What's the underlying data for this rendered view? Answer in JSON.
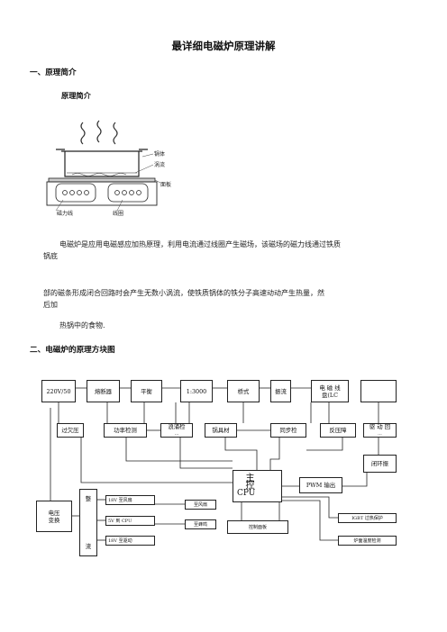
{
  "doc": {
    "title": "最详细电磁炉原理讲解",
    "section1": "一、原理简介",
    "subsection1": "原理简介",
    "figure": {
      "label_pot": "锅体",
      "label_eddy": "涡流",
      "label_plate": "面板",
      "label_flux": "磁力线",
      "label_coil": "线圈"
    },
    "para1_line1": "电磁炉是应用电磁感应加热原理，利用电流通过线圈产生磁场，该磁场的磁力线通过铁质",
    "para1_line2": "锅底",
    "para2_line1": "部的磁条形成闭合回路时会产生无数小涡流，使铁质锅体的铁分子高速动动产生热量，然",
    "para2_line2": "后加",
    "para3": "热锅中的食物.",
    "section2": "二、电磁炉的原理方块图"
  },
  "blocks": {
    "power_in": "220V/50",
    "fuse": "熔断器",
    "balance": "平衡",
    "ratio": "1:3000",
    "bridge": "桥式",
    "filter": "振流",
    "coil_a": "电 磁 线",
    "coil_b": "盘(LC",
    "over_under": "过欠压",
    "power_detect": "功率检测",
    "surge_a": "浪涌检",
    "surge_b": "...",
    "pot_material": "锅具材",
    "sync": "同步检",
    "reverse": "反压障",
    "drive_a": "驱 动 回",
    "drive_b": "...",
    "closed_loop": "闭环振",
    "cpu_a": "主控",
    "cpu_b": "CPU",
    "pwm": "PWM 输出",
    "voltage_a": "电压",
    "voltage_b": "变换",
    "rect_a": "整",
    "rect_b": "流",
    "v18_fan": "18V 至风扇",
    "v5_cpu": "5V 到 CPU",
    "v18_drive": "18V 至驱动",
    "to_fan": "至风扇",
    "to_buzzer": "至蜂鸣",
    "panel": "控制面板",
    "igbt": "IGBT 过热保护",
    "surface_temp": "炉面温度检测"
  }
}
